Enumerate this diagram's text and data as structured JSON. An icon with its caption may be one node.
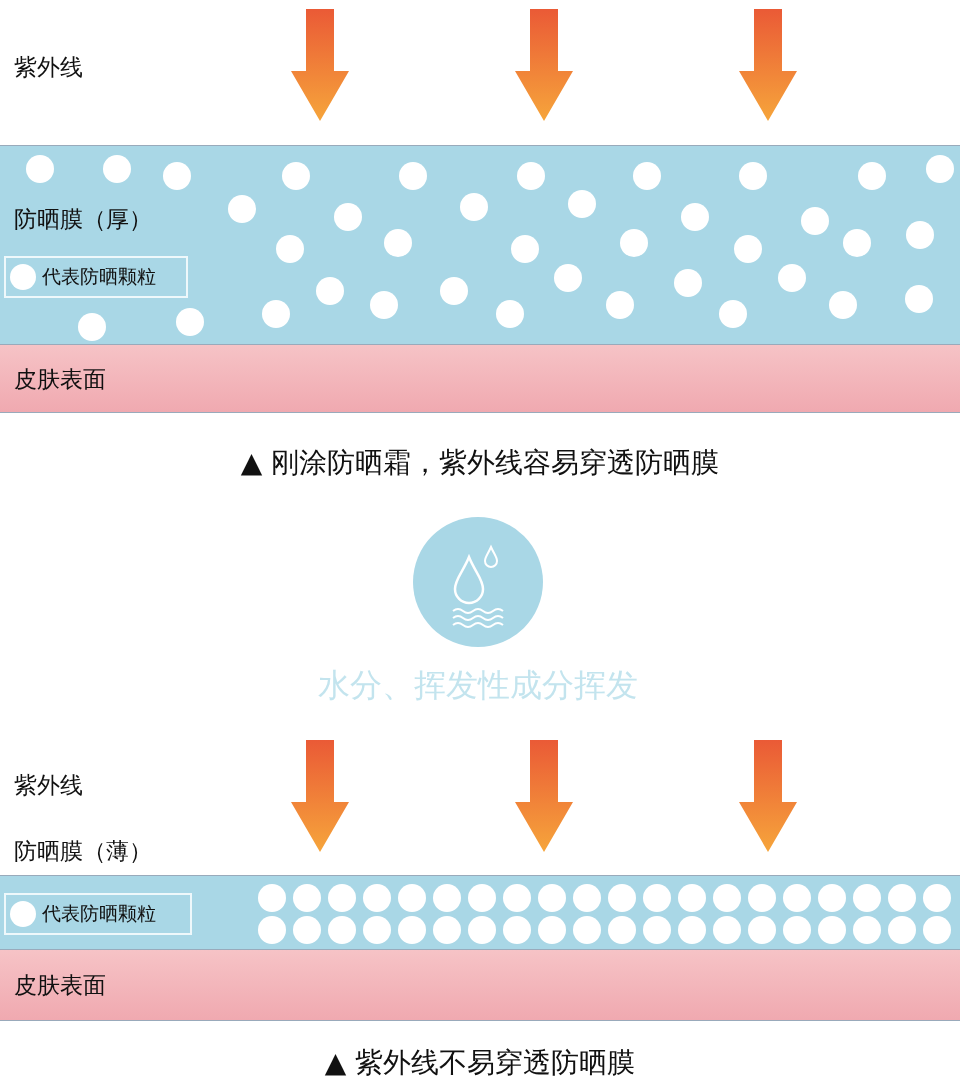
{
  "diagram": {
    "nodes": [
      {
        "text": [
          "防晒膜（厚）"
        ]
      },
      {
        "text": [
          "皮肤表面"
        ]
      },
      {
        "text": [],
        "shape": "circle",
        "beside": [
          "水分、挥发性成分挥发"
        ]
      },
      {
        "text": [
          "防晒膜（薄）"
        ]
      },
      {
        "text": [
          "皮肤表面"
        ]
      }
    ],
    "labels": [
      "紫外线",
      "▲ 刚涂防晒霜，紫外线容易穿透防晒膜",
      "紫外线",
      "▲ 紫外线不易穿透防晒膜"
    ],
    "legend": [
      {
        "text": "代表防晒颗粒"
      },
      {
        "text": "代表防晒颗粒"
      }
    ]
  }
}
